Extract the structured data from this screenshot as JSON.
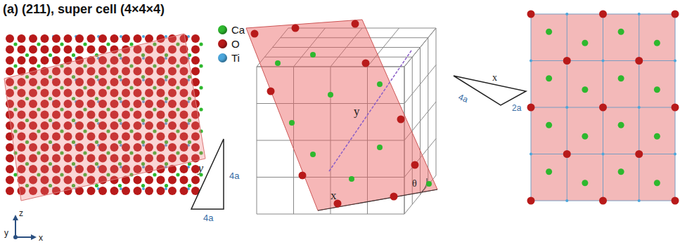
{
  "diagram": {
    "title": "(a) (211), super cell (4×4×4)",
    "labels": [
      "y",
      "4a",
      "4a",
      "y",
      "x",
      "θ",
      "x",
      "4a",
      "2a",
      "z",
      "y",
      "x"
    ],
    "legend": [
      {
        "text": "Ca",
        "color": "#2eb82e"
      },
      {
        "text": "O",
        "color": "#b81a1a"
      },
      {
        "text": "Ti",
        "color": "#4aa6dc"
      }
    ]
  }
}
